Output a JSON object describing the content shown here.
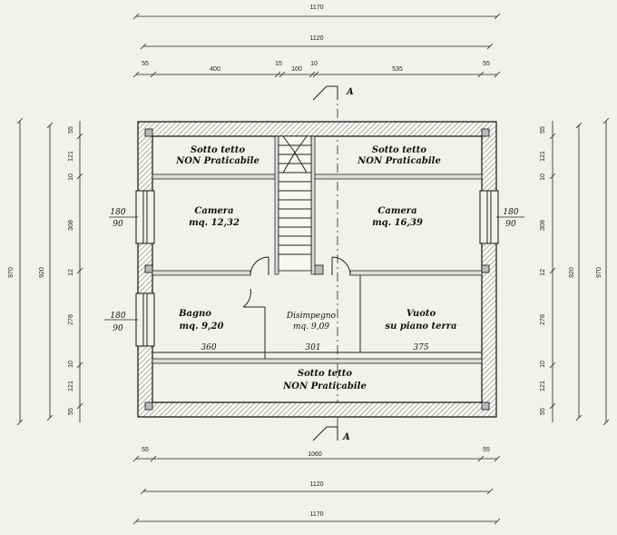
{
  "section_marker": "A",
  "dims_top": {
    "overall": "1170",
    "inner": "1120",
    "seg1": "55",
    "seg2": "400",
    "seg3": "15",
    "seg4": "100",
    "seg5": "10",
    "seg6": "535",
    "seg7": "55"
  },
  "dims_bottom": {
    "overall": "1170",
    "inner": "1120",
    "left": "55",
    "mid": "1060",
    "right": "55"
  },
  "dims_left": {
    "overall": "970",
    "inner": "920",
    "s1": "55",
    "s2": "121",
    "s3": "10",
    "s4": "308",
    "s5": "12",
    "s6": "278",
    "s7": "10",
    "s8": "121",
    "s9": "55"
  },
  "dims_right": {
    "overall": "970",
    "inner": "920",
    "s1": "55",
    "s2": "121",
    "s3": "10",
    "s4": "308",
    "s5": "12",
    "s6": "278",
    "s7": "10",
    "s8": "121",
    "s9": "55"
  },
  "windows": {
    "w1_top": "180",
    "w1_bot": "90",
    "w2_top": "180",
    "w2_bot": "90",
    "w3_top": "180",
    "w3_bot": "90"
  },
  "rooms": {
    "attic_left_1": "Sotto tetto",
    "attic_left_2": "NON Praticabile",
    "attic_right_1": "Sotto tetto",
    "attic_right_2": "NON Praticabile",
    "camera_left_1": "Camera",
    "camera_left_2": "mq.  12,32",
    "camera_right_1": "Camera",
    "camera_right_2": "mq.  16,39",
    "bagno_1": "Bagno",
    "bagno_2": "mq.  9,20",
    "disimpegno_1": "Disimpegno",
    "disimpegno_2": "mq. 9,09",
    "vuoto_1": "Vuoto",
    "vuoto_2": "su piano terra",
    "attic_bottom_1": "Sotto tetto",
    "attic_bottom_2": "NON Praticabile"
  },
  "inner_dims": {
    "bagno_w": "360",
    "dis_w": "301",
    "vuoto_w": "375"
  }
}
